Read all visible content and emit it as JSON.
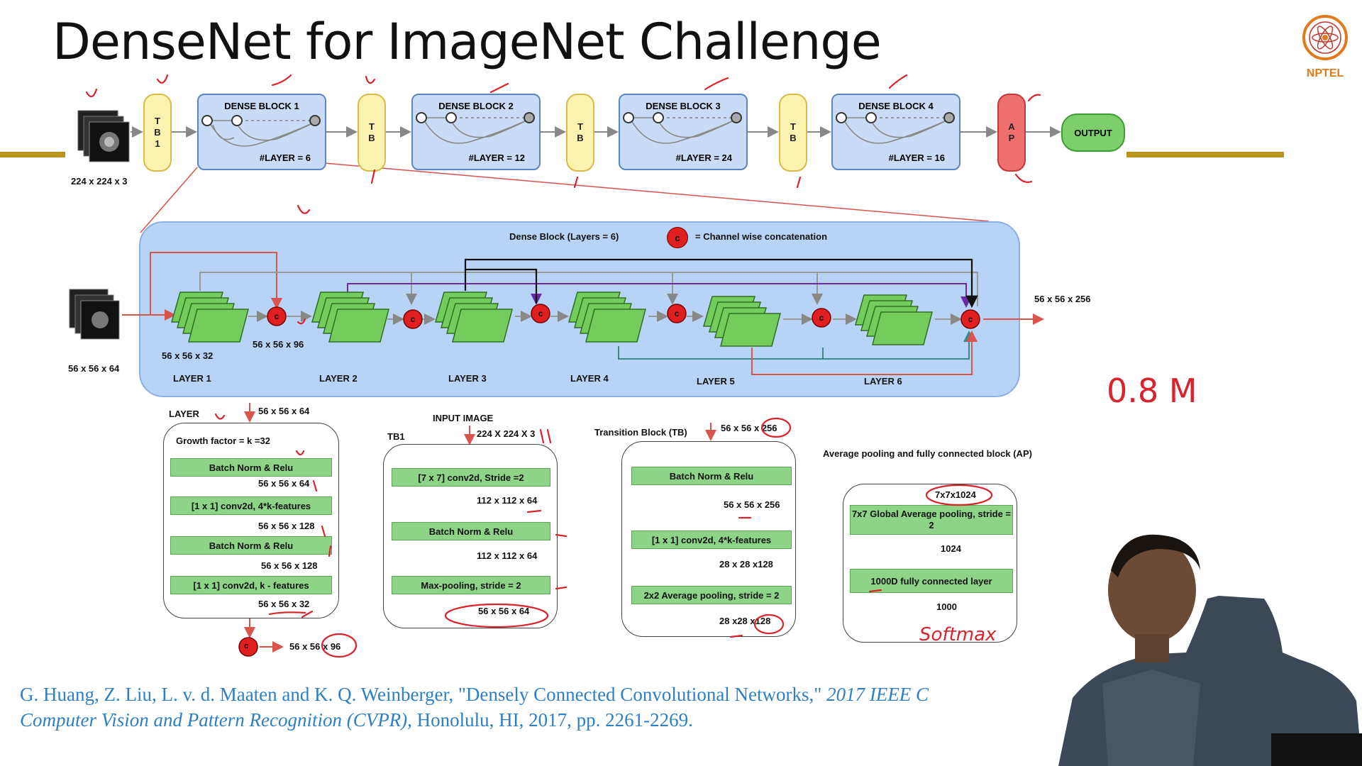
{
  "title": "DenseNet for ImageNet Challenge",
  "logo": {
    "text": "NPTEL"
  },
  "top_row": {
    "input_size": "224 x 224 x 3",
    "tb1": [
      "T",
      "B",
      "1"
    ],
    "tb": [
      "T",
      "B"
    ],
    "ap": [
      "A",
      "P"
    ],
    "output": "OUTPUT",
    "blocks": [
      {
        "title": "DENSE BLOCK 1",
        "layers": "#LAYER = 6"
      },
      {
        "title": "DENSE BLOCK 2",
        "layers": "#LAYER = 12"
      },
      {
        "title": "DENSE BLOCK 3",
        "layers": "#LAYER = 24"
      },
      {
        "title": "DENSE BLOCK 4",
        "layers": "#LAYER = 16"
      }
    ]
  },
  "dense_detail": {
    "title": "Dense Block (Layers = 6)",
    "legend_c": "c",
    "legend_text": "= Channel wise concatenation",
    "input_size": "56 x 56 x 64",
    "output_size": "56 x 56 x 256",
    "size_layer": "56 x 56 x 32",
    "size_concat": "56 x 56 x 96",
    "layers": [
      "LAYER 1",
      "LAYER 2",
      "LAYER 3",
      "LAYER 4",
      "LAYER 5",
      "LAYER 6"
    ]
  },
  "layer_panel": {
    "label": "LAYER",
    "in": "56 x 56 x 64",
    "growth": "Growth factor = k =32",
    "steps": [
      "Batch Norm & Relu",
      "[1 x 1] conv2d, 4*k-features",
      "Batch Norm & Relu",
      "[1 x 1] conv2d, k - features"
    ],
    "sizes": [
      "56 x 56 x 64",
      "56 x 56 x 128",
      "56 x 56 x 128",
      "56 x 56 x 32"
    ],
    "c": "c",
    "out": "56 x 56 x 96"
  },
  "tb1_panel": {
    "label": "TB1",
    "input_label": "INPUT IMAGE",
    "in": "224 X 224 X 3",
    "steps": [
      "[7 x 7] conv2d, Stride =2",
      "Batch Norm & Relu",
      "Max-pooling, stride = 2"
    ],
    "sizes": [
      "112 x 112 x 64",
      "112 x 112 x 64",
      "56 x 56 x 64"
    ]
  },
  "tb_panel": {
    "label": "Transition Block (TB)",
    "in": "56 x 56 x 256",
    "steps": [
      "Batch Norm & Relu",
      "[1 x 1] conv2d, 4*k-features",
      "2x2 Average pooling, stride  = 2"
    ],
    "sizes": [
      "56 x 56 x 256",
      "28 x 28 x128",
      "28 x28 x128"
    ]
  },
  "ap_panel": {
    "label": "Average pooling and fully connected block (AP)",
    "in": "7x7x1024",
    "steps": [
      "7x7 Global Average pooling, stride  = 2",
      "1000D fully connected layer"
    ],
    "sizes": [
      "1024",
      "1000"
    ]
  },
  "annotations": {
    "params": "0.8 M",
    "softmax": "Softmax"
  },
  "reference": {
    "line1_plain": "G. Huang, Z. Liu, L. v. d. Maaten and K. Q. Weinberger, \"Densely Connected Convolutional Networks,\" ",
    "line1_italic": "2017 IEEE C",
    "line2_italic": "Computer Vision and Pattern Recognition (CVPR)",
    "line2_plain": ", Honolulu, HI, 2017, pp. 2261-2269."
  },
  "colors": {
    "accent_red": "#d9232d",
    "gold": "#b8941a",
    "ref_blue": "#2e7fc4",
    "green": "#74cc5c"
  }
}
